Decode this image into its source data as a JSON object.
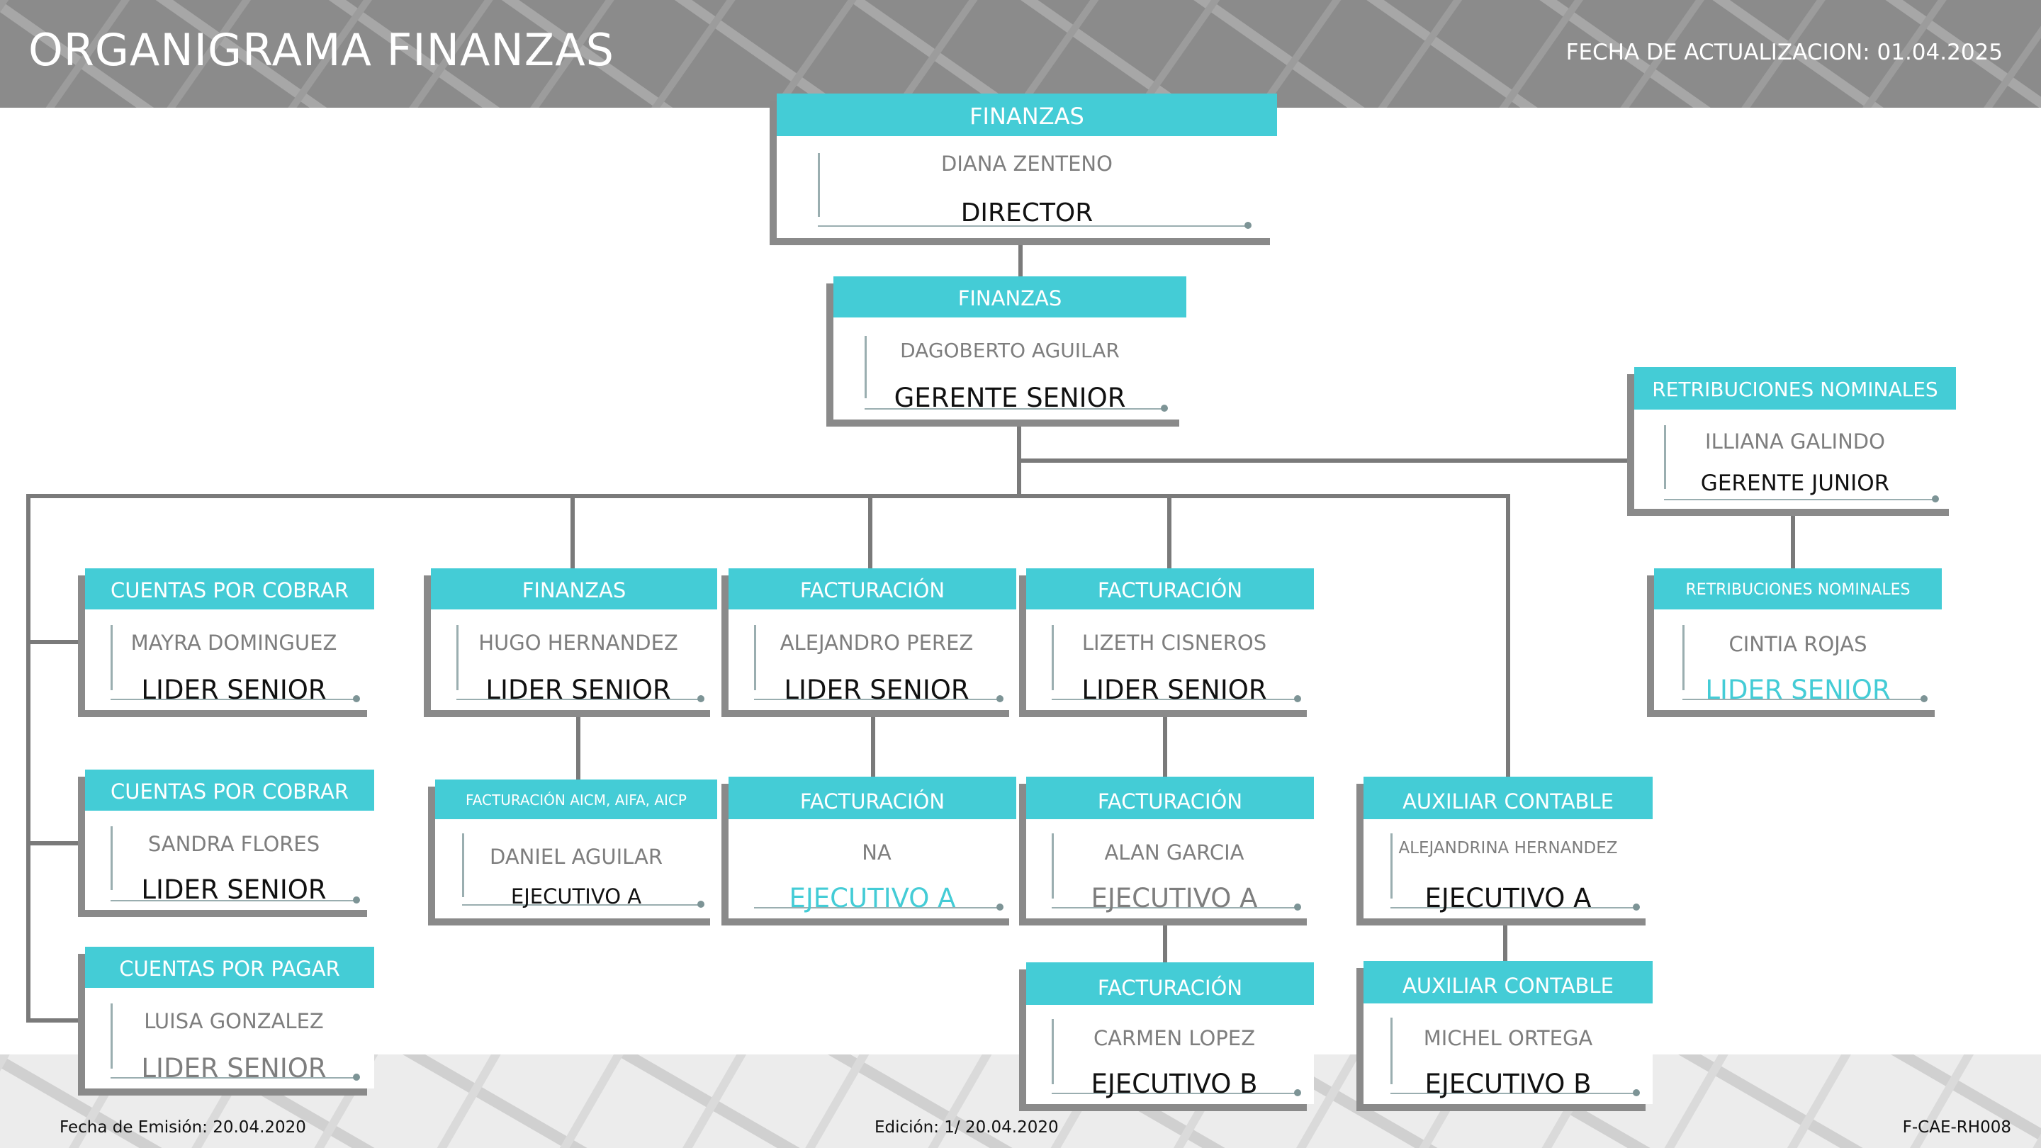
{
  "header": {
    "title": "ORGANIGRAMA FINANZAS",
    "update_date": "FECHA DE ACTUALIZACION:  01.04.2025"
  },
  "footer": {
    "emission": "Fecha de Emisión: 20.04.2020",
    "edition": "Edición: 1/ 20.04.2020",
    "code": "F-CAE-RH008"
  },
  "colors": {
    "accent": "#44ccd6",
    "header_bg": "#8f8f8f",
    "connector": "#7a7a7a",
    "shadow": "#8a8a8a"
  },
  "cards": {
    "director": {
      "dept": "FINANZAS",
      "name": "DIANA ZENTENO",
      "role": "DIRECTOR"
    },
    "gerente_senior": {
      "dept": "FINANZAS",
      "name": "DAGOBERTO AGUILAR",
      "role": "GERENTE SENIOR"
    },
    "gerente_junior": {
      "dept": "RETRIBUCIONES NOMINALES",
      "name": "ILLIANA GALINDO",
      "role": "GERENTE JUNIOR"
    },
    "cintia": {
      "dept": "RETRIBUCIONES NOMINALES",
      "name": "CINTIA ROJAS",
      "role": "LIDER SENIOR"
    },
    "mayra": {
      "dept": "CUENTAS POR COBRAR",
      "name": "MAYRA DOMINGUEZ",
      "role": "LIDER SENIOR"
    },
    "sandra": {
      "dept": "CUENTAS POR COBRAR",
      "name": "SANDRA FLORES",
      "role": "LIDER SENIOR"
    },
    "luisa": {
      "dept": "CUENTAS POR PAGAR",
      "name": "LUISA GONZALEZ",
      "role": "LIDER SENIOR"
    },
    "hugo": {
      "dept": "FINANZAS",
      "name": "HUGO HERNANDEZ",
      "role": "LIDER SENIOR"
    },
    "daniel": {
      "dept": "FACTURACIÓN AICM, AIFA, AICP",
      "name": "DANIEL AGUILAR",
      "role": "EJECUTIVO A"
    },
    "alejandro": {
      "dept": "FACTURACIÓN",
      "name": "ALEJANDRO PEREZ",
      "role": "LIDER SENIOR"
    },
    "na": {
      "dept": "FACTURACIÓN",
      "name": "NA",
      "role": "EJECUTIVO A"
    },
    "lizeth": {
      "dept": "FACTURACIÓN",
      "name": "LIZETH CISNEROS",
      "role": "LIDER SENIOR"
    },
    "alan": {
      "dept": "FACTURACIÓN",
      "name": "ALAN GARCIA",
      "role": "EJECUTIVO A"
    },
    "carmen": {
      "dept": "FACTURACIÓN",
      "name": "CARMEN LOPEZ",
      "role": "EJECUTIVO B"
    },
    "alejandrina": {
      "dept": "AUXILIAR CONTABLE",
      "name": "ALEJANDRINA HERNANDEZ",
      "role": "EJECUTIVO A"
    },
    "michel": {
      "dept": "AUXILIAR CONTABLE",
      "name": "MICHEL ORTEGA",
      "role": "EJECUTIVO B"
    }
  }
}
